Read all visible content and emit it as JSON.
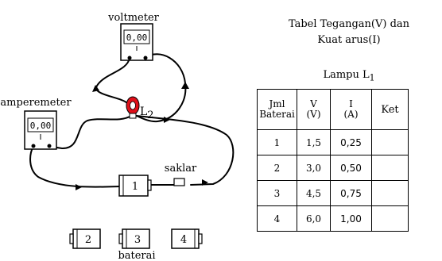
{
  "circuit": {
    "voltmeter_label": "voltmeter",
    "voltmeter_reading": "0,00",
    "amperemeter_label": "amperemeter",
    "amperemeter_reading": "0,00",
    "lamp_label": "L",
    "lamp_subscript": "2",
    "switch_label": "saklar",
    "battery_in_circuit": "1",
    "batteries": [
      "2",
      "3",
      "4"
    ],
    "batteries_label": "baterai",
    "lamp_color": "#e0101a"
  },
  "table": {
    "title_line1": "Tabel Tegangan(V) dan",
    "title_line2": "Kuat arus(I)",
    "subtitle": "Lampu L",
    "subtitle_sub": "1",
    "headers": [
      [
        "Jml",
        "Baterai"
      ],
      [
        "V",
        "(V)"
      ],
      [
        "I",
        "(A)"
      ],
      [
        "Ket",
        ""
      ]
    ],
    "rows": [
      {
        "jml": "1",
        "v": "1,5",
        "i": "0,25",
        "ket": ""
      },
      {
        "jml": "2",
        "v": "3,0",
        "i": "0,50",
        "ket": ""
      },
      {
        "jml": "3",
        "v": "4,5",
        "i": "0,75",
        "ket": ""
      },
      {
        "jml": "4",
        "v": "6,0",
        "i": "1,00",
        "ket": ""
      }
    ]
  }
}
